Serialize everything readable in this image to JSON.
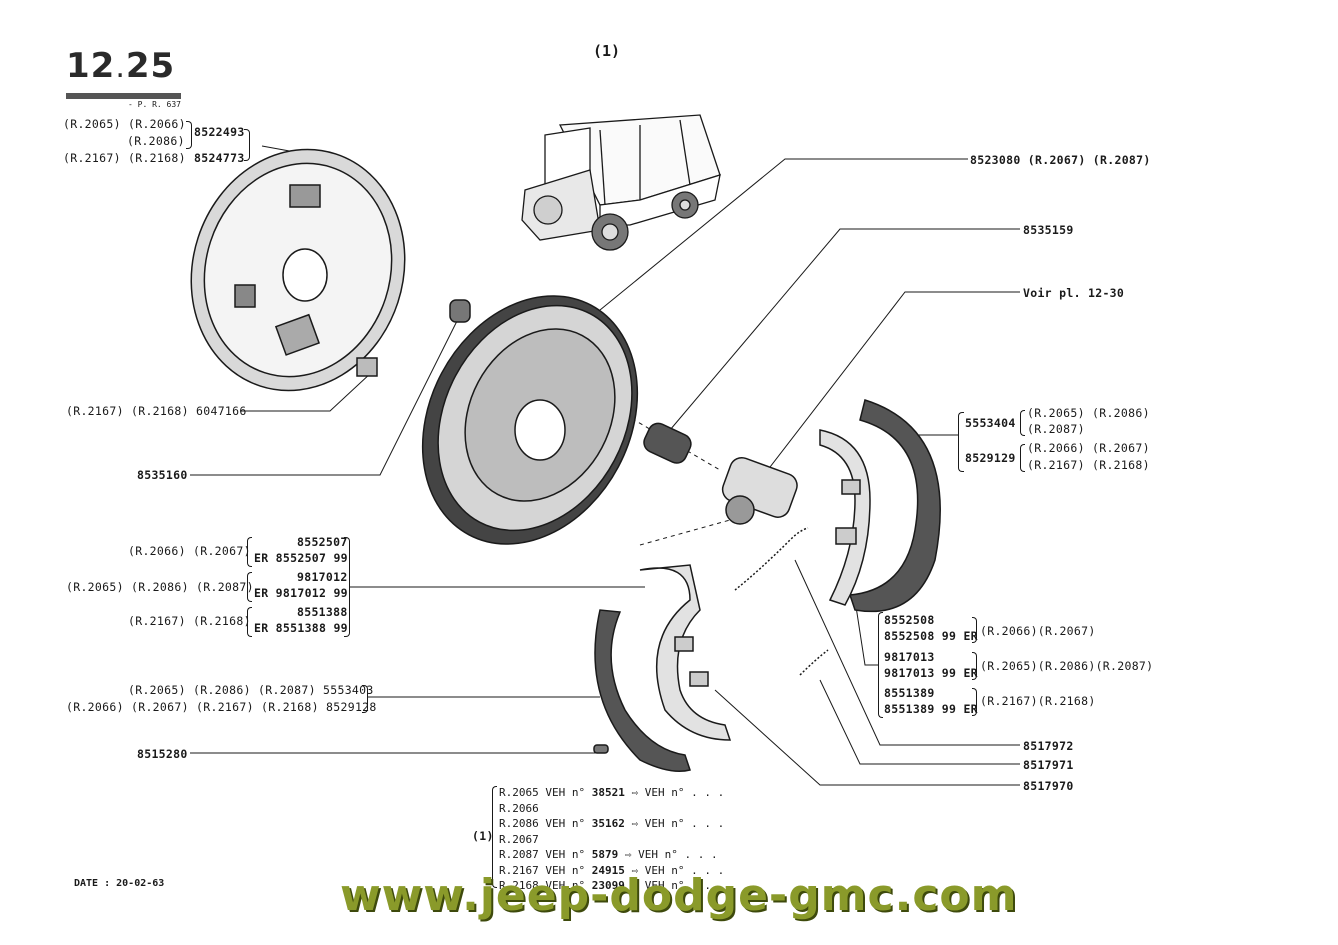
{
  "header": {
    "page_number_major": "12",
    "page_number_minor": "25",
    "page_ref": "- P. R. 637",
    "top_marker": "(1)"
  },
  "footer": {
    "date": "DATE : 20-02-63",
    "watermark": "www.jeep-dodge-gmc.com"
  },
  "labels": {
    "plate_a_line1": "(R.2065) (R.2066)",
    "plate_a_line2": "(R.2086)",
    "plate_a_part1": "8522493",
    "plate_a_line3": "(R.2167) (R.2168)",
    "plate_a_part2": "8524773",
    "part_6047166": "(R.2167) (R.2168) 6047166",
    "part_8535160": "8535160",
    "part_8523080": "8523080 (R.2067) (R.2087)",
    "part_8535159": "8535159",
    "voir": "Voir pl. 12-30",
    "shoe_right_part1": "5553404",
    "shoe_right_part1_refs1": "(R.2065) (R.2086)",
    "shoe_right_part1_refs2": "(R.2087)",
    "shoe_right_part2": "8529129",
    "shoe_right_part2_refs1": "(R.2066) (R.2067)",
    "shoe_right_part2_refs2": "(R.2167) (R.2168)",
    "lining_l_refs1": "(R.2066) (R.2067)",
    "lining_l_p1a": "8552507",
    "lining_l_p1b": "ER 8552507 99",
    "lining_l_refs2": "(R.2065) (R.2086) (R.2087)",
    "lining_l_p2a": "9817012",
    "lining_l_p2b": "ER 9817012 99",
    "lining_l_refs3": "(R.2167) (R.2168)",
    "lining_l_p3a": "8551388",
    "lining_l_p3b": "ER 8551388 99",
    "shoe_left_line1": "(R.2065) (R.2086) (R.2087) 5553403",
    "shoe_left_line2": "(R.2066) (R.2067) (R.2167) (R.2168) 8529128",
    "part_8515280": "8515280",
    "lining_r_p1a": "8552508",
    "lining_r_p1b": "8552508 99 ER",
    "lining_r_refs1": "(R.2066)(R.2067)",
    "lining_r_p2a": "9817013",
    "lining_r_p2b": "9817013 99 ER",
    "lining_r_refs2": "(R.2065)(R.2086)(R.2087)",
    "lining_r_p3a": "8551389",
    "lining_r_p3b": "8551389 99 ER",
    "lining_r_refs3": "(R.2167)(R.2168)",
    "part_8517972": "8517972",
    "part_8517971": "8517971",
    "part_8517970": "8517970"
  },
  "footnote": {
    "marker": "(1)",
    "rows": [
      {
        "model": "R.2065",
        "ven": "VEH n°",
        "num": "38521",
        "arrow": "⇨",
        "tail": "VEH n° . . ."
      },
      {
        "model": "R.2066",
        "ven": "",
        "num": "",
        "arrow": "",
        "tail": ""
      },
      {
        "model": "R.2086",
        "ven": "VEH n°",
        "num": "35162",
        "arrow": "⇨",
        "tail": "VEH n° . . ."
      },
      {
        "model": "R.2067",
        "ven": "",
        "num": "",
        "arrow": "",
        "tail": ""
      },
      {
        "model": "R.2087",
        "ven": "VEH n°",
        "num": "5879",
        "arrow": "⇨",
        "tail": "VEH n° . . ."
      },
      {
        "model": "R.2167",
        "ven": "VEH n°",
        "num": "24915",
        "arrow": "⇨",
        "tail": "VEH n° . . ."
      },
      {
        "model": "R.2168",
        "ven": "VEH n°",
        "num": "23099",
        "arrow": "⇨",
        "tail": "VEH n° . . ."
      }
    ]
  },
  "colors": {
    "ink": "#1a1a1a",
    "watermark": "#8a9a2a",
    "watermark_shadow": "#3e4a0c"
  }
}
